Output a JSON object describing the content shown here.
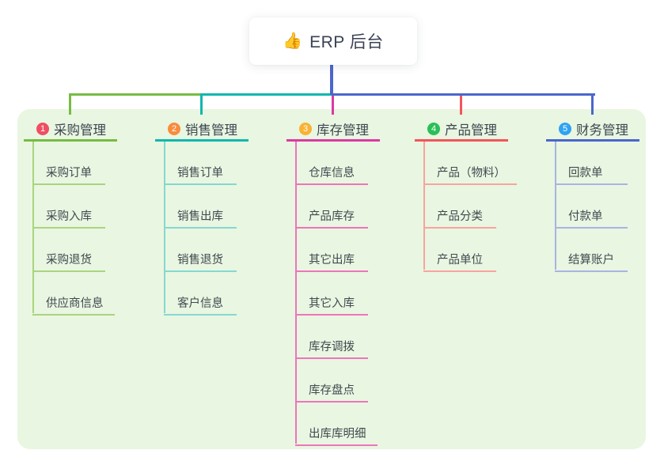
{
  "root": {
    "icon": "👍",
    "label": "ERP 后台"
  },
  "colors": {
    "panel_background": "#e9f6e1",
    "root_connector": "#4b66cd",
    "root_text": "#3b4254",
    "branch_text": "#3d4752",
    "child_text": "#3f4a50"
  },
  "branches": [
    {
      "badge": "1",
      "label": "采购管理",
      "colors": {
        "badge": "#ef4e63",
        "line": "#76bc43",
        "child_line": "#a9d57f"
      },
      "children": [
        "采购订单",
        "采购入库",
        "采购退货",
        "供应商信息"
      ]
    },
    {
      "badge": "2",
      "label": "销售管理",
      "colors": {
        "badge": "#f98c3d",
        "line": "#10b7ae",
        "child_line": "#85d8d0"
      },
      "children": [
        "销售订单",
        "销售出库",
        "销售退货",
        "客户信息"
      ]
    },
    {
      "badge": "3",
      "label": "库存管理",
      "colors": {
        "badge": "#f9b234",
        "line": "#da3aa2",
        "child_line": "#ef74bb"
      },
      "children": [
        "仓库信息",
        "产品库存",
        "其它出库",
        "其它入库",
        "库存调拨",
        "库存盘点",
        "出库库明细"
      ]
    },
    {
      "badge": "4",
      "label": "产品管理",
      "colors": {
        "badge": "#2abf57",
        "line": "#f2555b",
        "child_line": "#f8a3a1"
      },
      "children": [
        "产品（物料）",
        "产品分类",
        "产品单位"
      ]
    },
    {
      "badge": "5",
      "label": "财务管理",
      "colors": {
        "badge": "#2ea3f2",
        "line": "#4b66cd",
        "child_line": "#a6b4e4"
      },
      "children": [
        "回款单",
        "付款单",
        "结算账户"
      ]
    }
  ]
}
